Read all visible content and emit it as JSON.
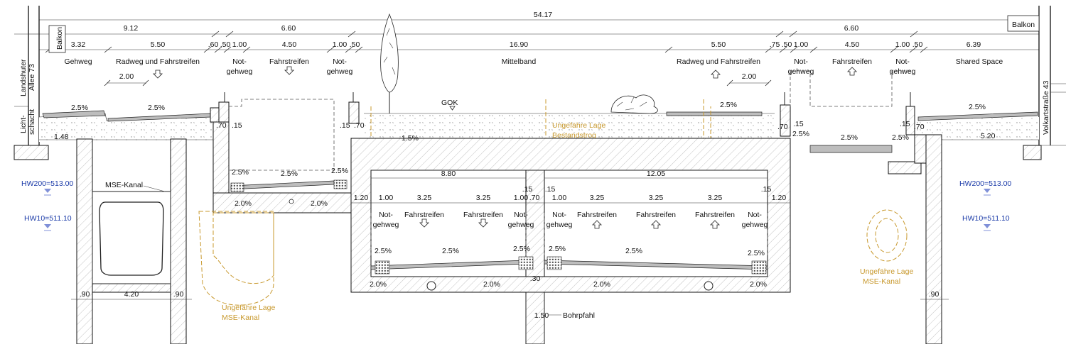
{
  "overall": {
    "width": "54.17"
  },
  "top_dims": [
    "9.12",
    "6.60",
    "6.60"
  ],
  "segment_dims": [
    "3.32",
    "5.50",
    ".60",
    ".50",
    "1.00",
    "4.50",
    "1.00",
    ".50",
    "16.90",
    "5.50",
    ".75",
    ".50",
    "1.00",
    "4.50",
    "1.00",
    ".50",
    "6.39"
  ],
  "zones": [
    "Gehweg",
    "Radweg und Fahrstreifen",
    "Not-",
    "gehweg",
    "Fahrstreifen",
    "Not-",
    "gehweg",
    "Mittelband",
    "Radweg und Fahrstreifen",
    "Not-",
    "gehweg",
    "Fahrstreifen",
    "Not-",
    "gehweg",
    "Shared Space"
  ],
  "sub_dims": [
    "2.00",
    "2.00"
  ],
  "buildings": {
    "left_balcony": "Balkon",
    "right_balcony": "Balkon",
    "left_address_1": "Landshuter",
    "left_address_2": "Allee 73",
    "right_address": "Volkartstraße 43",
    "lichtschacht_1": "Licht-",
    "lichtschacht_2": "schacht"
  },
  "surface_labels": {
    "gok": "GOK",
    "slopes": [
      "2.5%",
      "2.5%",
      "2.5%",
      "2.5%",
      "2.5%",
      "1.5%",
      "2.5%",
      "2.5%",
      "2.5%",
      "2.5%",
      "2.5%",
      "2.5%",
      "2.0%",
      "2.0%",
      "2.5%",
      "2.5%",
      "2.5%",
      "2.5%",
      "2.0%",
      "2.0%",
      "2.0%",
      "2.0%"
    ],
    "small_dims": [
      ".70",
      ".15",
      ".15",
      ".70",
      ".70",
      ".15",
      ".15",
      ".70",
      "1.48",
      "5.20"
    ]
  },
  "tunnel": {
    "inner_dims": [
      "8.80",
      "12.05"
    ],
    "wall_dims": [
      "1.20",
      "1.00",
      ".15",
      ".70",
      ".15",
      "1.00",
      "1.00",
      ".15",
      "1.20"
    ],
    "lane_dims": [
      "3.25",
      "3.25",
      "3.25",
      "3.25",
      "3.25"
    ],
    "labels": [
      "Not-",
      "gehweg",
      "Fahrstreifen",
      "Fahrstreifen",
      "Not-",
      "gehweg",
      "Not-",
      "gehweg",
      "Fahrstreifen",
      "Fahrstreifen",
      "Fahrstreifen",
      "Not-",
      "gehweg"
    ],
    "pile_dim_top": ".30",
    "pile_dim": "1.50",
    "pile_label": "Bohrpfahl"
  },
  "left_shaft": {
    "label": "MSE-Kanal",
    "dims": [
      ".90",
      "4.20",
      ".90"
    ]
  },
  "right_shaft": {
    "dims": [
      ".90"
    ]
  },
  "notes": {
    "trog_1": "Ungefähre Lage",
    "trog_2": "Bestandstrog",
    "mse_left_1": "Ungefähre Lage",
    "mse_left_2": "MSE-Kanal",
    "mse_right_1": "Ungefähre Lage",
    "mse_right_2": "MSE-Kanal"
  },
  "water_levels": {
    "left_hw200": "HW200=513.00",
    "left_hw10": "HW10=511.10",
    "right_hw200": "HW200=513.00",
    "right_hw10": "HW10=511.10"
  },
  "colors": {
    "note": "#c8992e",
    "water": "#1a3aa8",
    "water_marker": "#8090d8"
  }
}
